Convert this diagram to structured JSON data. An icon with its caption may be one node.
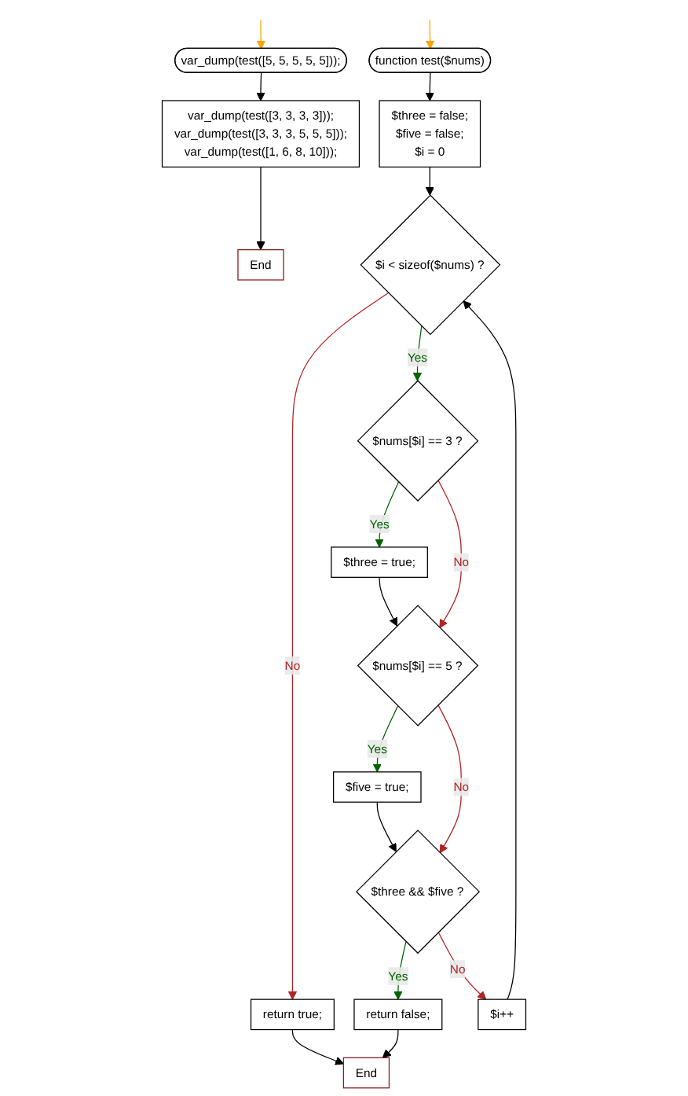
{
  "diagram": {
    "nodes": [
      {
        "text": [
          "var_dump(test([5, 5, 5, 5, 5]));"
        ]
      },
      {
        "text": [
          "var_dump(test([3, 3, 3, 3]));",
          "var_dump(test([3, 3, 3, 5, 5, 5]));",
          "var_dump(test([1, 6, 8, 10]));"
        ]
      },
      {
        "text": [
          "End"
        ]
      },
      {
        "text": [
          "function test($nums)"
        ]
      },
      {
        "text": [
          "$three = false;",
          "$five = false;",
          "$i = 0"
        ]
      },
      {
        "text": [
          "$i < sizeof($nums) ?"
        ]
      },
      {
        "text": [
          "$nums[$i] == 3 ?"
        ]
      },
      {
        "text": [
          "return true;"
        ]
      },
      {
        "text": [
          "$three = true;"
        ]
      },
      {
        "text": [
          "$nums[$i] == 5 ?"
        ]
      },
      {
        "text": [
          "$five = true;"
        ]
      },
      {
        "text": [
          "$three && $five ?"
        ]
      },
      {
        "text": [
          "return false;"
        ]
      },
      {
        "text": [
          "$i++"
        ]
      },
      {
        "text": [
          "End"
        ]
      }
    ],
    "edges": [
      {
        "from": null,
        "to": 0,
        "arrow": "to",
        "color": "#ffa500"
      },
      {
        "from": 0,
        "to": 1,
        "arrow": "to"
      },
      {
        "from": 1,
        "to": 2,
        "arrow": "to"
      },
      {
        "from": null,
        "to": 3,
        "arrow": "to",
        "color": "#ffa500"
      },
      {
        "from": 3,
        "to": 4,
        "arrow": "to"
      },
      {
        "from": 4,
        "to": 5,
        "arrow": "to"
      },
      {
        "from": 5,
        "to": 7,
        "arrow": "to",
        "label": "No",
        "color": "#b22222"
      },
      {
        "from": 5,
        "to": 6,
        "arrow": "to",
        "label": "Yes",
        "color": "#006400"
      },
      {
        "from": 6,
        "to": 8,
        "arrow": "to",
        "label": "Yes",
        "color": "#006400"
      },
      {
        "from": 6,
        "to": 9,
        "arrow": "to",
        "label": "No",
        "color": "#b22222"
      },
      {
        "from": 8,
        "to": 9,
        "arrow": "to"
      },
      {
        "from": 9,
        "to": 10,
        "arrow": "to",
        "label": "Yes",
        "color": "#006400"
      },
      {
        "from": 9,
        "to": 11,
        "arrow": "to",
        "label": "No",
        "color": "#b22222"
      },
      {
        "from": 10,
        "to": 11,
        "arrow": "to"
      },
      {
        "from": 11,
        "to": 12,
        "arrow": "to",
        "label": "Yes",
        "color": "#006400"
      },
      {
        "from": 11,
        "to": 13,
        "arrow": "to",
        "label": "No",
        "color": "#b22222"
      },
      {
        "from": 12,
        "to": 14,
        "arrow": "to"
      },
      {
        "from": 7,
        "to": 14,
        "arrow": "to"
      },
      {
        "from": 13,
        "to": 5,
        "arrow": "to"
      }
    ]
  }
}
